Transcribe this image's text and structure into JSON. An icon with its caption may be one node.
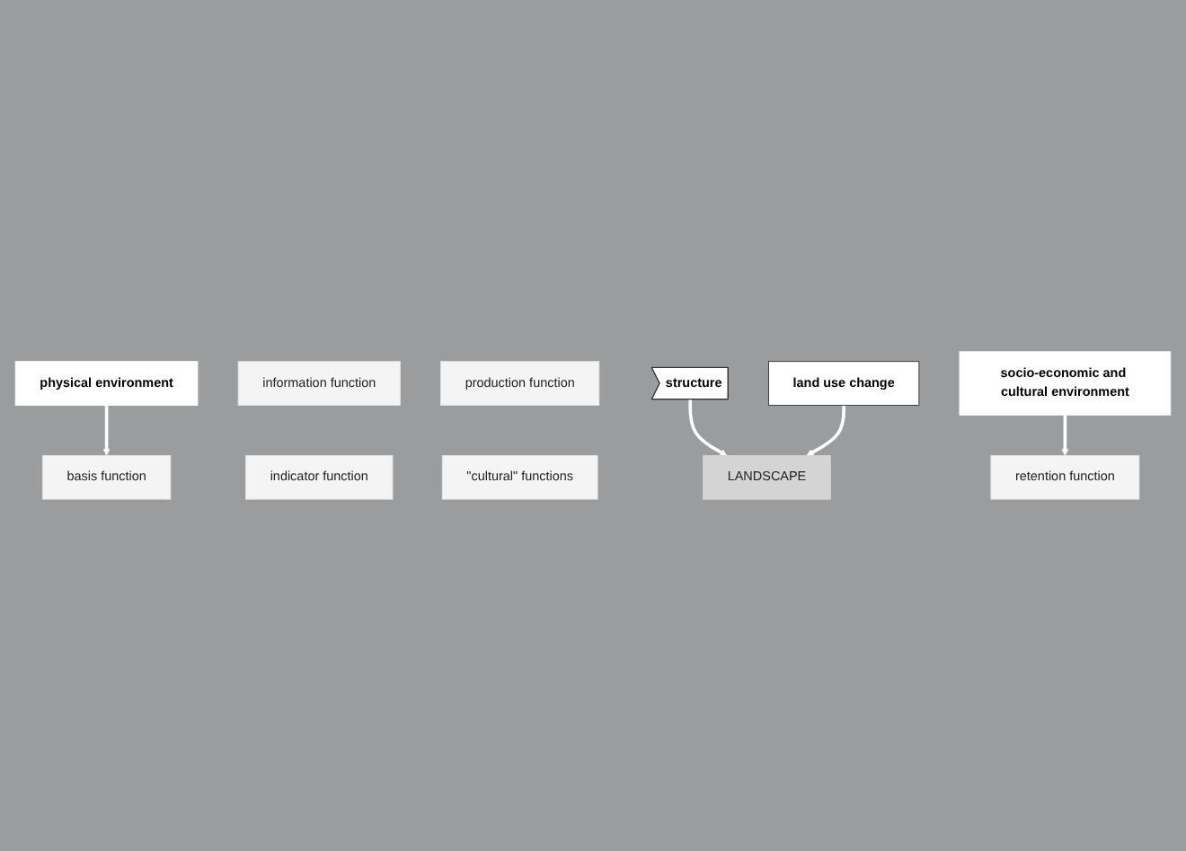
{
  "diagram": {
    "nodes": [
      {
        "text": [
          "physical environment"
        ]
      },
      {
        "text": [
          "basis function"
        ]
      },
      {
        "text": [
          "information function"
        ]
      },
      {
        "text": [
          "production function"
        ]
      },
      {
        "text": [
          "structure"
        ]
      },
      {
        "text": [
          "LANDSCAPE"
        ]
      },
      {
        "text": [
          "land use change"
        ]
      },
      {
        "text": [
          "indicator function"
        ]
      },
      {
        "text": [
          "retention function"
        ]
      },
      {
        "text": [
          "\"cultural\" functions"
        ]
      },
      {
        "text": [
          "socio-economic and cultural environment"
        ]
      }
    ],
    "edges": [
      {
        "from": 0,
        "to": 1,
        "arrow": "to"
      },
      {
        "from": 4,
        "to": 5,
        "arrow": "to"
      },
      {
        "from": 6,
        "to": 5,
        "arrow": "to"
      },
      {
        "from": 10,
        "to": 8,
        "arrow": "to"
      }
    ]
  }
}
